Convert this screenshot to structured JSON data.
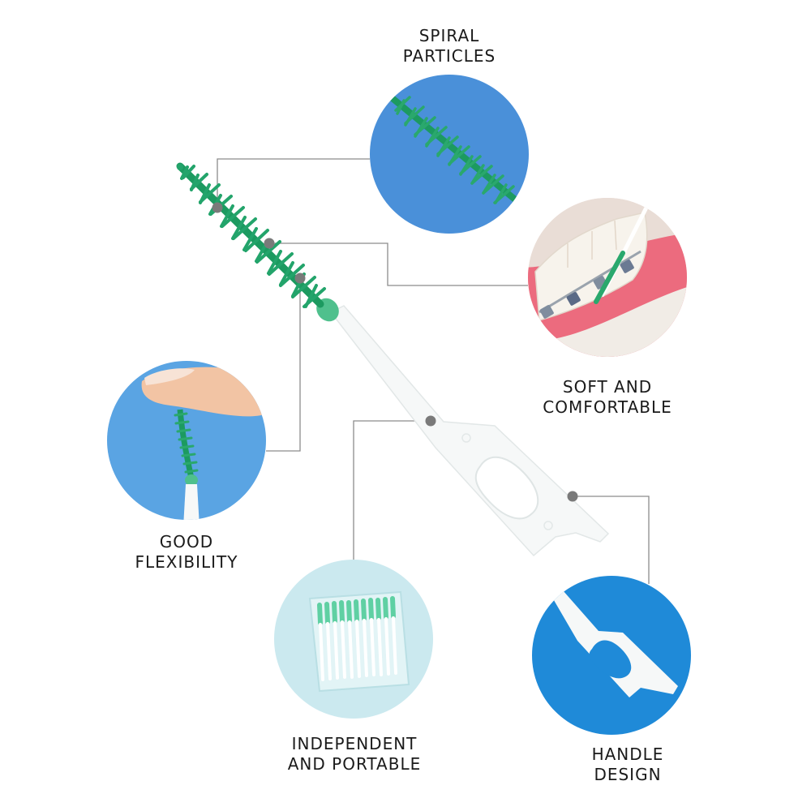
{
  "colors": {
    "brush_green": "#23a46b",
    "brush_green_dark": "#13804f",
    "circle_blue": "#4a90d9",
    "circle_blue_deep": "#1f8ad8",
    "circle_light": "#cbe9ef",
    "connector_gray": "#8c8c8c",
    "dot_gray": "#7a7a7a",
    "handle_white": "#f6f8f8",
    "gum_pink": "#ec6b7e"
  },
  "features": {
    "spiral": {
      "line1": "SPIRAL",
      "line2": "PARTICLES",
      "icon": "spiral-bristle-closeup"
    },
    "soft": {
      "line1": "SOFT AND",
      "line2": "COMFORTABLE",
      "icon": "teeth-braces-closeup"
    },
    "flex": {
      "line1": "GOOD",
      "line2": "FLEXIBILITY",
      "icon": "finger-bending-brush"
    },
    "portable": {
      "line1": "INDEPENDENT",
      "line2": "AND PORTABLE",
      "icon": "storage-case"
    },
    "handle": {
      "line1": "HANDLE",
      "line2": "DESIGN",
      "icon": "handle-closeup"
    }
  }
}
